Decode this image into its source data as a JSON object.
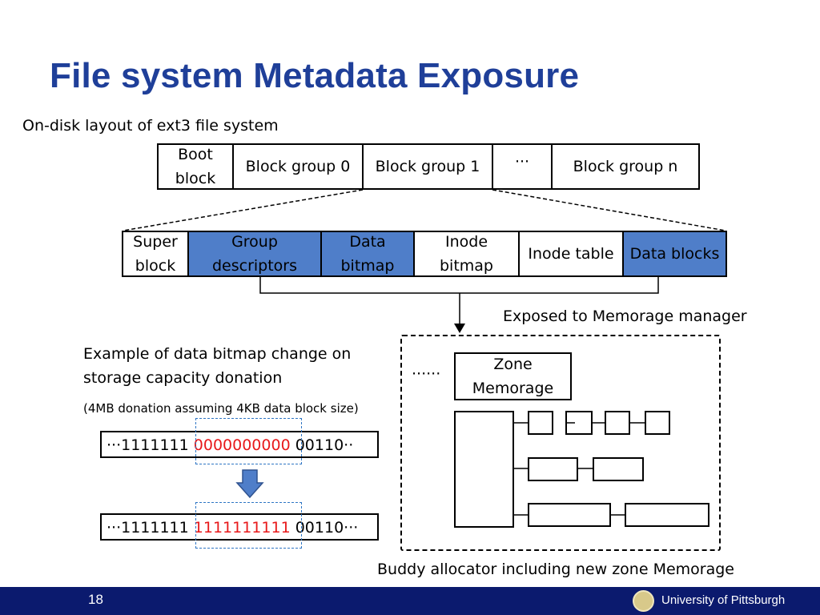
{
  "slide": {
    "title": "File system Metadata Exposure",
    "layout_caption": "On-disk layout of ext3 file system",
    "top_blocks": [
      "Boot block",
      "Block group 0",
      "Block group 1",
      "···",
      "Block group n"
    ],
    "group_blocks": [
      {
        "label": "Super block",
        "highlight": false
      },
      {
        "label": "Group descriptors",
        "highlight": true
      },
      {
        "label": "Data bitmap",
        "highlight": true
      },
      {
        "label": "Inode bitmap",
        "highlight": false
      },
      {
        "label": "Inode table",
        "highlight": false
      },
      {
        "label": "Data blocks",
        "highlight": true
      }
    ],
    "exposed_label": "Exposed to Memorage manager",
    "example_caption": "Example of data bitmap change on storage capacity donation",
    "example_note": "(4MB donation assuming 4KB data block size)",
    "bitmap_before": {
      "prefix": "···1111111 ",
      "changed": "0000000000",
      "suffix": " 00110··"
    },
    "bitmap_after": {
      "prefix": "···1111111 ",
      "changed": "1111111111",
      "suffix": " 00110···"
    },
    "zone_dots": "······",
    "zone_label": "Zone Memorage",
    "buddy_caption": "Buddy allocator including new zone Memorage",
    "page_number": "18",
    "footer_org": "University of Pittsburgh",
    "colors": {
      "title": "#1f3f99",
      "highlight": "#4f7ec9",
      "changed_bits": "#e8191b",
      "footer": "#0b1a6e"
    }
  }
}
